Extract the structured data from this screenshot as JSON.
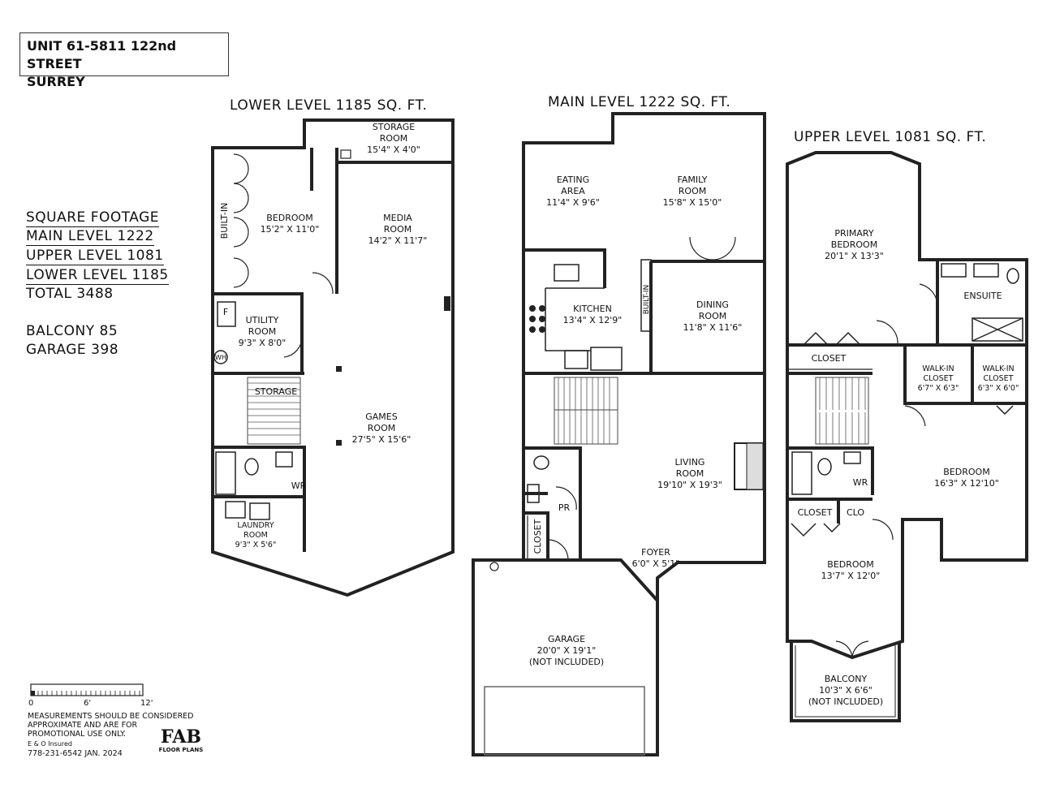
{
  "address": {
    "line1": "UNIT 61-5811 122nd STREET",
    "line2": "SURREY"
  },
  "levels": {
    "lower": "LOWER LEVEL 1185 SQ. FT.",
    "main": "MAIN LEVEL 1222 SQ. FT.",
    "upper": "UPPER LEVEL 1081 SQ. FT."
  },
  "square_footage": {
    "heading": "SQUARE FOOTAGE",
    "main": "MAIN LEVEL 1222",
    "upper": "UPPER LEVEL 1081",
    "lower": "LOWER LEVEL 1185",
    "total": "TOTAL 3488",
    "balcony": "BALCONY 85",
    "garage": "GARAGE 398"
  },
  "rooms": {
    "storage_room": {
      "name": "STORAGE\nROOM",
      "size": "15'4\" X 4'0\""
    },
    "bedroom_lower": {
      "name": "BEDROOM",
      "size": "15'2\" X 11'0\""
    },
    "built_in_lower": "BUILT-IN",
    "media_room": {
      "name": "MEDIA\nROOM",
      "size": "14'2\" X 11'7\""
    },
    "utility_room": {
      "name": "UTILITY\nROOM",
      "size": "9'3\" X 8'0\""
    },
    "furnace": "F",
    "water_heater": "WH",
    "storage_under": "STORAGE",
    "games_room": {
      "name": "GAMES\nROOM",
      "size": "27'5\" X 15'6\""
    },
    "wr_lower": "WR",
    "laundry_room": {
      "name": "LAUNDRY\nROOM",
      "size": "9'3\" X 5'6\""
    },
    "eating_area": {
      "name": "EATING\nAREA",
      "size": "11'4\" X 9'6\""
    },
    "family_room": {
      "name": "FAMILY\nROOM",
      "size": "15'8\" X 15'0\""
    },
    "kitchen": {
      "name": "KITCHEN",
      "size": "13'4\" X 12'9\""
    },
    "built_in_main": "BUILT-IN",
    "dining_room": {
      "name": "DINING\nROOM",
      "size": "11'8\" X 11'6\""
    },
    "living_room": {
      "name": "LIVING\nROOM",
      "size": "19'10\" X 19'3\""
    },
    "pr": "PR",
    "closet_main": "CLOSET",
    "foyer": {
      "name": "FOYER",
      "size": "6'0\" X 5'1\""
    },
    "garage": {
      "name": "GARAGE",
      "size": "20'0\" X 19'1\"",
      "note": "(NOT INCLUDED)"
    },
    "primary_bedroom": {
      "name": "PRIMARY\nBEDROOM",
      "size": "20'1\" X 13'3\""
    },
    "ensuite": "ENSUITE",
    "closet_upper": "CLOSET",
    "walk_in_1": {
      "name": "WALK-IN\nCLOSET",
      "size": "6'7\" X 6'3\""
    },
    "walk_in_2": {
      "name": "WALK-IN\nCLOSET",
      "size": "6'3\" X 6'0\""
    },
    "wr_upper": "WR",
    "bedroom_upper_right": {
      "name": "BEDROOM",
      "size": "16'3\" X 12'10\""
    },
    "closet_upper_2": "CLOSET",
    "clo": "CLO",
    "bedroom_upper_left": {
      "name": "BEDROOM",
      "size": "13'7\" X 12'0\""
    },
    "balcony": {
      "name": "BALCONY",
      "size": "10'3\" X 6'6\"",
      "note": "(NOT INCLUDED)"
    }
  },
  "scale": {
    "labels": [
      "0",
      "6'",
      "12'"
    ]
  },
  "notes": {
    "line1": "MEASUREMENTS SHOULD BE CONSIDERED",
    "line2": "APPROXIMATE AND ARE FOR",
    "line3": "PROMOTIONAL USE ONLY.",
    "line4": "E & O Insured",
    "line5": "778-231-6542  JAN. 2024"
  },
  "logo": {
    "mark": "FAB",
    "sub": "FLOOR PLANS"
  }
}
